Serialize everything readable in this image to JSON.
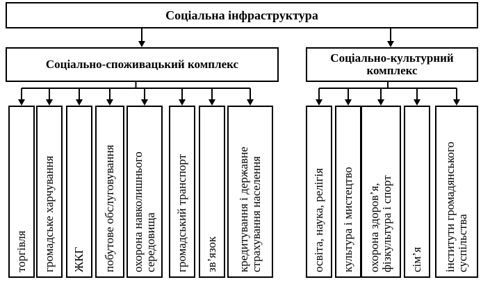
{
  "diagram": {
    "root": "Соціальна інфраструктура",
    "groups": [
      {
        "label": "Соціально-споживацький комплекс",
        "items": [
          [
            "торгівля"
          ],
          [
            "громадське харчування"
          ],
          [
            "ЖКГ"
          ],
          [
            "побутове обслуговування"
          ],
          [
            "охорона навколишнього",
            "середовища"
          ],
          [
            "громадський транспорт"
          ],
          [
            "зв’язок"
          ],
          [
            "кредитування і державне",
            "страхування населення"
          ]
        ]
      },
      {
        "label": "Соціально-культурний комплекс",
        "items": [
          [
            "освіта, наука, релігія"
          ],
          [
            "культура і мистецтво"
          ],
          [
            "охорона здоров’я,",
            "фізкультура і спорт"
          ],
          [
            "сім’я"
          ],
          [
            "інститути громадянського",
            "суспільства"
          ]
        ]
      }
    ]
  }
}
